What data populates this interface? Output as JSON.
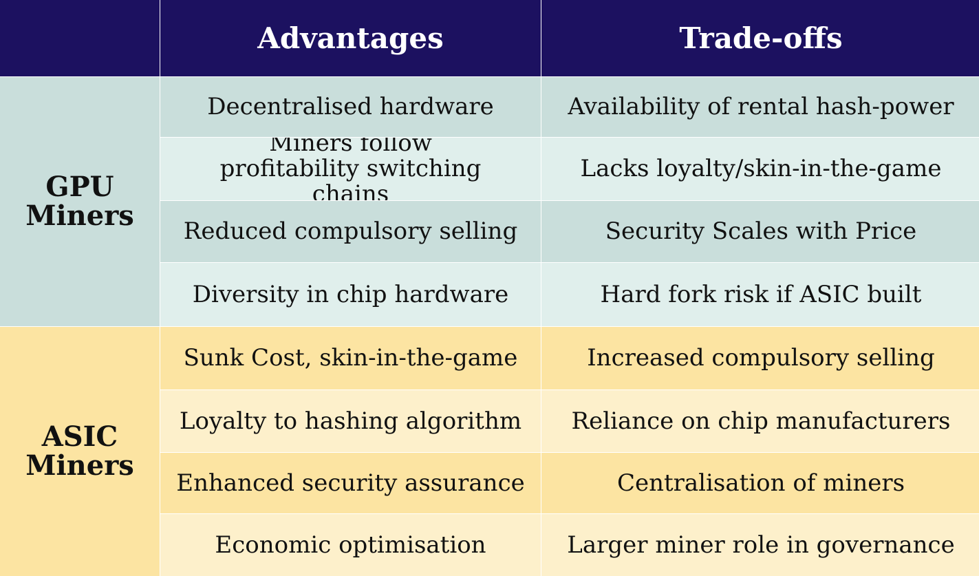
{
  "header": {
    "advantages": "Advantages",
    "tradeoffs": "Trade-offs"
  },
  "groups": [
    {
      "label_line1": "GPU",
      "label_line2": "Miners",
      "rows": [
        {
          "advantage": "Decentralised hardware",
          "tradeoff": "Availability of rental hash-power"
        },
        {
          "advantage": "Miners follow profitability switching chains",
          "tradeoff": "Lacks loyalty/skin-in-the-game"
        },
        {
          "advantage": "Reduced compulsory selling",
          "tradeoff": "Security Scales with Price"
        },
        {
          "advantage": "Diversity in chip hardware",
          "tradeoff": "Hard fork risk if ASIC built"
        }
      ]
    },
    {
      "label_line1": "ASIC",
      "label_line2": "Miners",
      "rows": [
        {
          "advantage": "Sunk Cost, skin-in-the-game",
          "tradeoff": "Increased compulsory selling"
        },
        {
          "advantage": "Loyalty to hashing algorithm",
          "tradeoff": "Reliance on chip manufacturers"
        },
        {
          "advantage": "Enhanced security assurance",
          "tradeoff": "Centralisation of miners"
        },
        {
          "advantage": "Economic optimisation",
          "tradeoff": "Larger miner role in governance"
        }
      ]
    }
  ],
  "colors": {
    "header_bg": "#1c1160",
    "gpu_dark": "#c9dedb",
    "gpu_light": "#e0efec",
    "asic_dark": "#fce4a2",
    "asic_light": "#fdf0cb"
  }
}
